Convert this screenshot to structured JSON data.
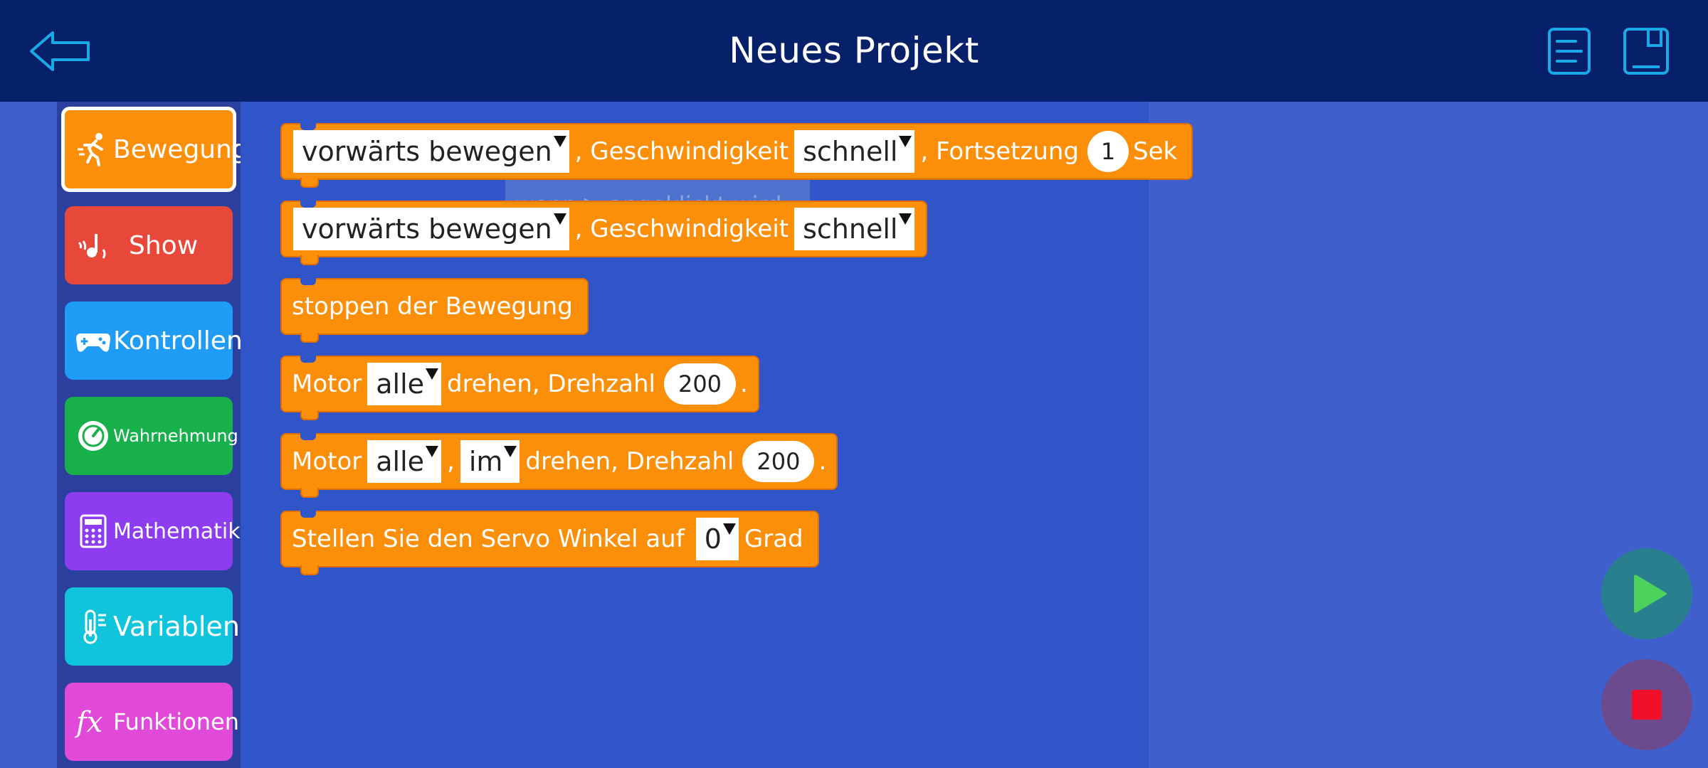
{
  "header": {
    "title": "Neues Projekt",
    "back_icon": "arrow-left-icon",
    "list_icon": "document-list-icon",
    "save_icon": "save-icon"
  },
  "sidebar": {
    "items": [
      {
        "label": "Bewegung",
        "icon": "running-person-icon",
        "color": "#fb8f0a",
        "active": true
      },
      {
        "label": "Show",
        "icon": "music-note-icon",
        "color": "#e8483a"
      },
      {
        "label": "Kontrollen",
        "icon": "gamepad-icon",
        "color": "#1e9cf6"
      },
      {
        "label": "Wahrnehmung",
        "icon": "sensor-gauge-icon",
        "color": "#17b04a"
      },
      {
        "label": "Mathematik",
        "icon": "calculator-icon",
        "color": "#8e3cef"
      },
      {
        "label": "Variablen",
        "icon": "thermometer-icon",
        "color": "#10c4dc"
      },
      {
        "label": "Funktionen",
        "icon": "fx-icon",
        "color": "#e14ad8"
      }
    ]
  },
  "workspace": {
    "ghost_block": "wenn ▶ angeklickt wird",
    "blocks": [
      {
        "direction": "vorwärts bewegen",
        "sep1": ", Geschwindigkeit",
        "speed": "schnell",
        "sep2": ", Fortsetzung",
        "duration": "1",
        "unit": "Sek"
      },
      {
        "direction": "vorwärts bewegen",
        "sep1": ", Geschwindigkeit",
        "speed": "schnell"
      },
      {
        "label": "stoppen der Bewegung"
      },
      {
        "prefix": "Motor",
        "motor": "alle",
        "middle": "drehen, Drehzahl",
        "rpm": "200",
        "end": "."
      },
      {
        "prefix": "Motor",
        "motor": "alle",
        "comma": ",",
        "dir": "im",
        "middle": "drehen, Drehzahl",
        "rpm": "200",
        "end": "."
      },
      {
        "prefix": "Stellen Sie den Servo Winkel auf",
        "angle": "0",
        "unit": "Grad"
      }
    ]
  },
  "controls": {
    "run_icon": "play-icon",
    "stop_icon": "stop-icon",
    "run_color": "#4bd25a",
    "stop_color": "#f0102a"
  }
}
